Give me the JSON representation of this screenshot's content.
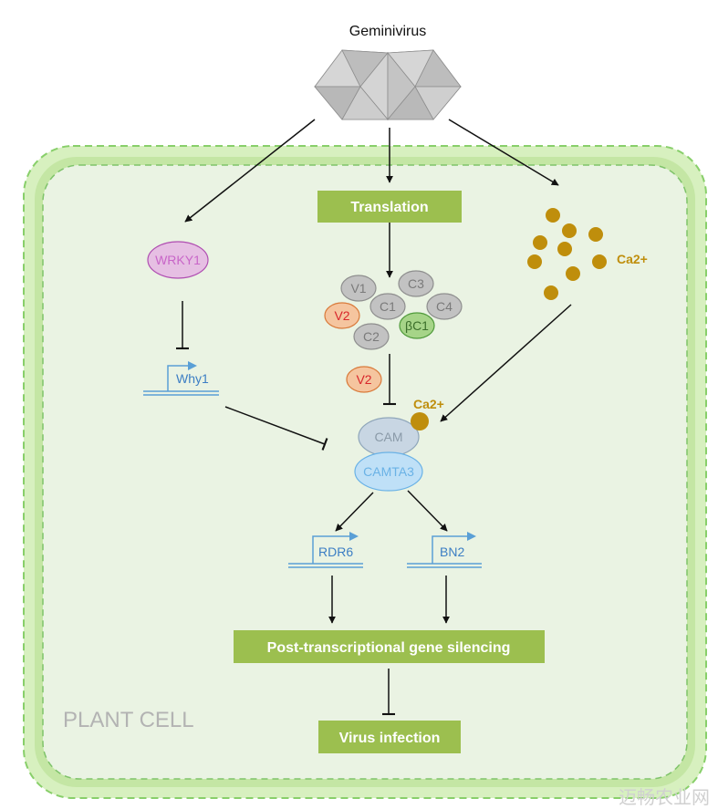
{
  "virus_label": "Geminivirus",
  "cell_label": "PLANT CELL",
  "boxes": {
    "translation": "Translation",
    "ptgs": "Post-transcriptional gene silencing",
    "infection": "Virus infection"
  },
  "proteins": {
    "v1": "V1",
    "c1": "C1",
    "c2": "C2",
    "c3": "C3",
    "c4": "C4",
    "v2": "V2",
    "v2_free": "V2",
    "bc1": "βC1"
  },
  "ovals": {
    "wrky1": "WRKY1",
    "cam": "CAM",
    "camta3": "CAMTA3"
  },
  "genes": {
    "why1": "Why1",
    "rdr6": "RDR6",
    "bn2": "BN2"
  },
  "calcium": {
    "label_cluster": "Ca2+",
    "label_bound": "Ca2+"
  },
  "watermark": "迈畅农业网",
  "colors": {
    "box_green": "#9cbf4f",
    "membrane_green": "#c4e6a4",
    "cell_fill": "#eaf3e3",
    "calcium_gold": "#bf8e0c",
    "gene_blue": "#5a9fd6",
    "wrky_purple": "#c865c8",
    "v2_red": "#d8262b",
    "bc1_green": "#a6d488"
  }
}
